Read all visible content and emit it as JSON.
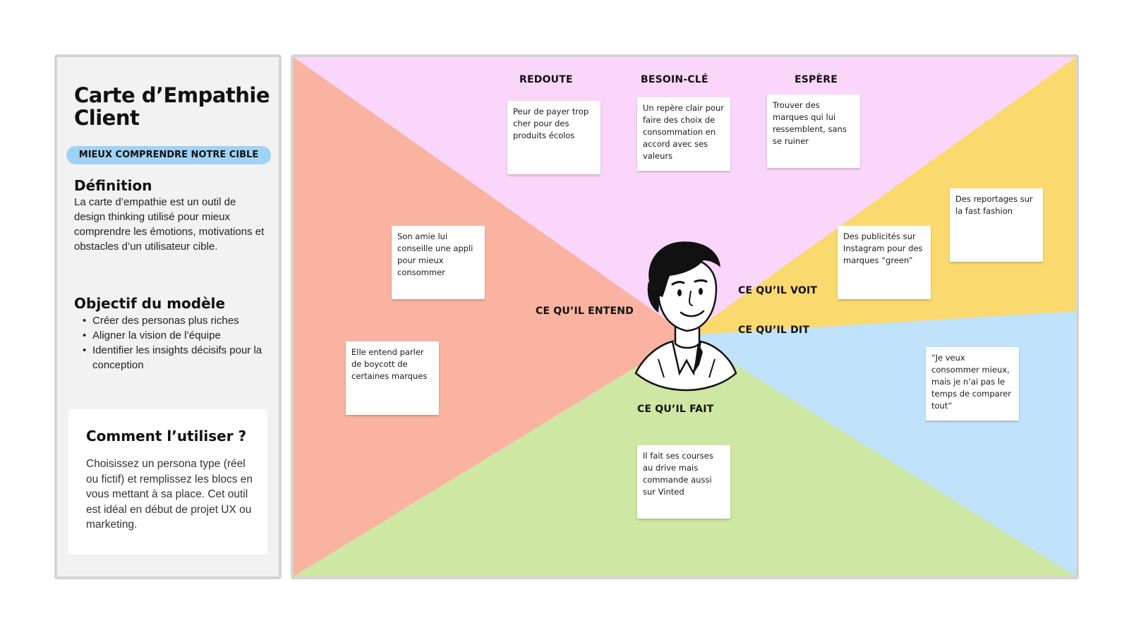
{
  "panel": {
    "title": "Carte d’Empathie Client",
    "tag": "MIEUX COMPRENDRE NOTRE CIBLE",
    "definition": {
      "title": "Définition",
      "text": "La carte d’empathie est un outil de design thinking utilisé pour mieux comprendre les émotions, motivations et obstacles d’un utilisateur cible."
    },
    "objective": {
      "title": "Objectif du modèle",
      "items": [
        "Créer des personas plus riches",
        "Aligner la vision de l’équipe",
        "Identifier les insights décisifs pour la conception"
      ]
    },
    "howto": {
      "title": "Comment l’utiliser ?",
      "text": "Choisissez un persona type (réel ou fictif) et remplissez les blocs en vous mettant à sa place. Cet outil est idéal en début de projet UX ou marketing."
    }
  },
  "map": {
    "colors": {
      "top": "#fad6fb",
      "left": "#fab3a0",
      "bottom": "#cee7a2",
      "right_bottom": "#c0e3fb",
      "right_top": "#fad96f"
    },
    "labels": {
      "redoute": "REDOUTE",
      "besoin": "BESOIN-CLÉ",
      "espere": "ESPÈRE",
      "entend": "CE QU’IL ENTEND",
      "voit": "CE QU’IL VOIT",
      "dit": "CE QU’IL DIT",
      "fait": "CE QU’IL FAIT"
    },
    "notes": {
      "redoute": "Peur de payer trop cher pour des produits écolos",
      "besoin": "Un repère clair pour faire des choix de consommation en accord avec ses valeurs",
      "espere": "Trouver des marques qui lui ressemblent, sans se ruiner",
      "entend_1": "Son amie lui conseille une appli pour mieux consommer",
      "entend_2": "Elle entend parler de boycott de certaines marques",
      "voit_1": "Des publicités sur Instagram pour des marques “green”",
      "voit_2": "Des reportages sur la fast fashion",
      "dit": "“Je veux consommer mieux, mais je n’ai pas le temps de comparer tout”",
      "fait": "Il fait ses courses au drive mais commande aussi sur Vinted"
    },
    "persona_icon": "persona-illustration-icon"
  }
}
